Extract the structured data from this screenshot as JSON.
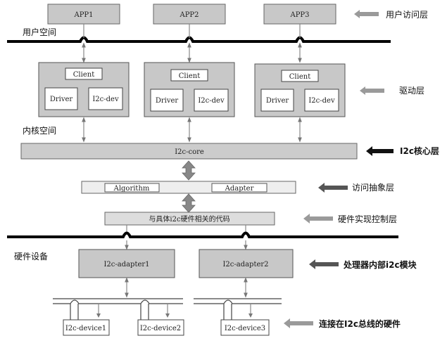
{
  "apps": [
    "APP1",
    "APP2",
    "APP3"
  ],
  "drivers": [
    {
      "client": "Client",
      "driver": "Driver",
      "dev": "I2c-dev"
    },
    {
      "client": "Client",
      "driver": "Driver",
      "dev": "I2c-dev"
    },
    {
      "client": "Client",
      "driver": "Driver",
      "dev": "I2c-dev"
    }
  ],
  "zones": {
    "user_space": "用户空间",
    "kernel_space": "内核空间",
    "hardware": "硬件设备"
  },
  "core": "I2c-core",
  "algorithm": "Algorithm",
  "adapter": "Adapter",
  "hw_code": "与具体i2c硬件相关的代码",
  "adapters": [
    "I2c-adapter1",
    "I2c-adapter2"
  ],
  "devices": [
    "I2c-device1",
    "I2c-device2",
    "I2c-device3"
  ],
  "layers": {
    "user_access": "用户访问层",
    "driver": "驱动层",
    "core_layer": "I2c核心层",
    "access_abstract": "访问抽象层",
    "hw_control": "硬件实现控制层",
    "cpu_module": "处理器内部i2c模块",
    "bus_hardware": "连接在I2c总线的硬件"
  },
  "colors": {
    "box_fill": "#c8c8c8",
    "light_fill": "#e6e6e6",
    "white_fill": "#ffffff",
    "bus": "#000000",
    "arrow_gray": "#9a9a9a",
    "arrow_dark": "#555555",
    "arrow_black": "#111111"
  }
}
